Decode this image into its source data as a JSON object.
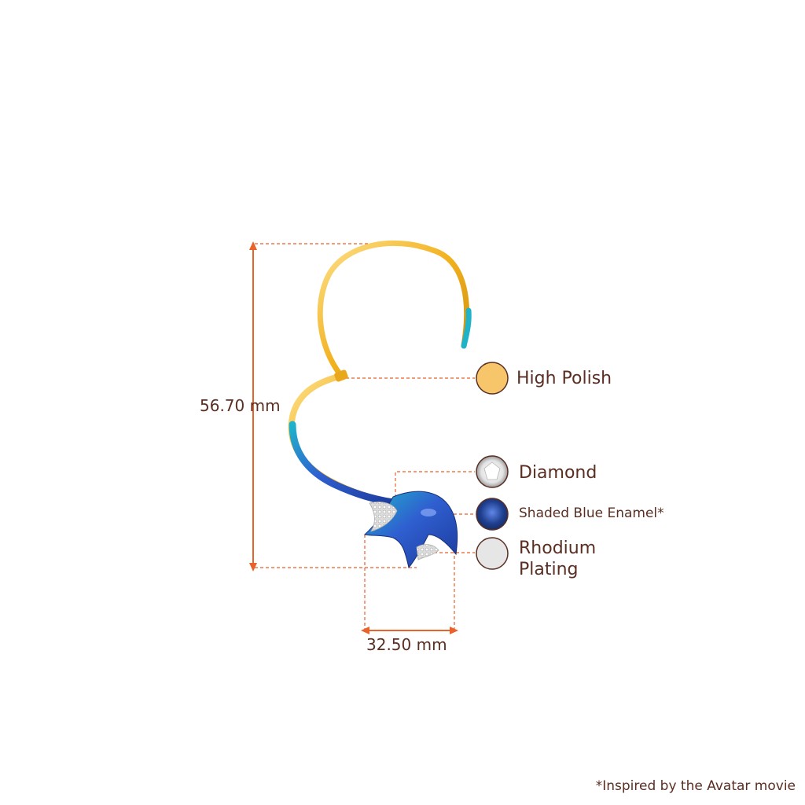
{
  "dimensions": {
    "height": "56.70 mm",
    "width": "32.50 mm"
  },
  "legend": [
    {
      "label": "High Polish",
      "swatch": "#f7c66b"
    },
    {
      "label": "Diamond",
      "swatch": "#e8e8e8"
    },
    {
      "label": "Shaded Blue Enamel*",
      "swatch": "#1f3f8e"
    },
    {
      "label": "Rhodium Plating",
      "swatch": "#e6e6e6"
    }
  ],
  "footnote": "*Inspired by the Avatar movie",
  "colors": {
    "dimension_line": "#e8622a",
    "text": "#5a2e22",
    "gold": "#f2b11e",
    "enamel_blue": "#2f5fd0",
    "enamel_teal": "#1fb3c9"
  }
}
